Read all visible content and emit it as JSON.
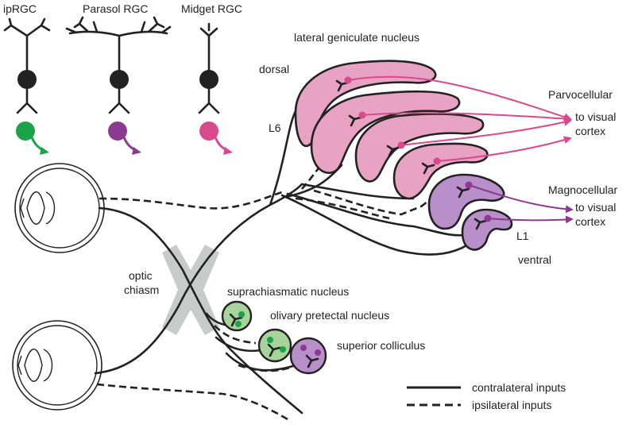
{
  "cells": {
    "iprgc": "ipRGC",
    "parasol": "Parasol RGC",
    "midget": "Midget RGC"
  },
  "lgn": {
    "title": "lateral geniculate nucleus",
    "dorsal": "dorsal",
    "ventral": "ventral",
    "l6": "L6",
    "l1": "L1",
    "parvo_title": "Parvocellular",
    "parvo_to_1": "to visual",
    "parvo_to_2": "cortex",
    "magno_title": "Magnocellular",
    "magno_to_1": "to visual",
    "magno_to_2": "cortex"
  },
  "chiasm": {
    "line1": "optic",
    "line2": "chiasm"
  },
  "nuclei": {
    "scn": "suprachiasmatic nucleus",
    "opn": "olivary pretectal nucleus",
    "sc": "superior colliculus"
  },
  "legend": {
    "contralateral": "contralateral inputs",
    "ipsilateral": "ipsilateral inputs"
  },
  "colors": {
    "iprgc": "#1aa34a",
    "parasol": "#8b3a8f",
    "midget": "#d94a8c",
    "parvo_fill": "#e8a2c3",
    "magno_fill": "#b98fc9",
    "scn_fill": "#a8d49b",
    "chiasm_fill": "#c5ccc9",
    "axon": "#222222"
  }
}
